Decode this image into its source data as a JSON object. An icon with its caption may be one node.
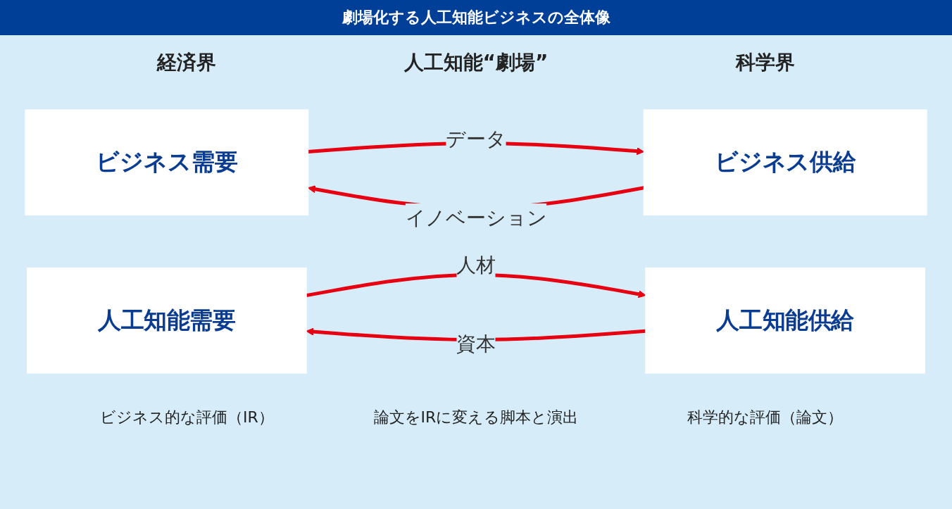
{
  "diagram": {
    "title": "劇場化する人工知能ビジネスの全体像",
    "nodes": [
      {
        "text": [
          "ビジネス需要"
        ]
      },
      {
        "text": [
          "ビジネス供給"
        ]
      },
      {
        "text": [
          "人工知能需要"
        ]
      },
      {
        "text": [
          "人工知能供給"
        ]
      }
    ],
    "edges": [
      {
        "from": 1,
        "to": 0,
        "arrow": "to",
        "label": "イノベーション",
        "color": "#e60012"
      },
      {
        "from": 0,
        "to": 1,
        "arrow": "to",
        "label": "データ",
        "color": "#e60012"
      },
      {
        "from": 3,
        "to": 2,
        "arrow": "to",
        "label": "資本",
        "color": "#e60012"
      },
      {
        "from": 2,
        "to": 3,
        "arrow": "to",
        "label": "人材",
        "color": "#e60012"
      }
    ],
    "labels": [
      "経済界",
      "人工知能“劇場”",
      "科学界",
      "ビジネス的な評価（IR）",
      "論文をIRに変える脚本と演出",
      "科学的な評価（論文）"
    ]
  }
}
